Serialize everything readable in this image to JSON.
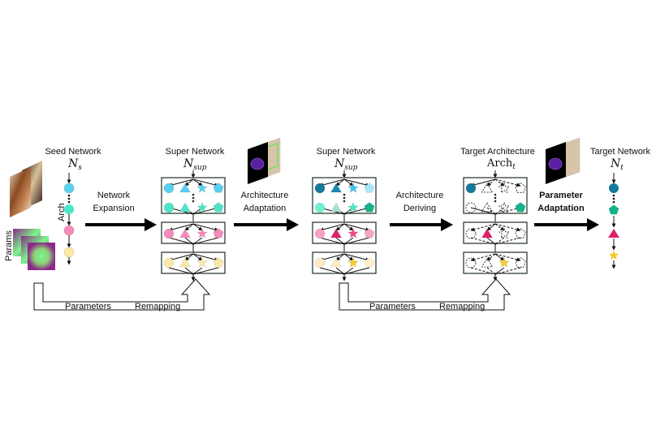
{
  "stages": {
    "seed": {
      "title": "Seed Network",
      "symbol": "N",
      "subscript": "s"
    },
    "super1": {
      "title": "Super Network",
      "symbol": "N",
      "subscript": "sup"
    },
    "super2": {
      "title": "Super Network",
      "symbol": "N",
      "subscript": "sup"
    },
    "target_arch": {
      "title": "Target Architecture",
      "symbol": "Arch",
      "subscript": "t"
    },
    "target_net": {
      "title": "Target Network",
      "symbol": "N",
      "subscript": "t"
    }
  },
  "side_labels": {
    "arch": "Arch",
    "params": "Params"
  },
  "transitions": [
    {
      "line1": "Network",
      "line2": "Expansion"
    },
    {
      "line1": "Architecture",
      "line2": "Adaptation"
    },
    {
      "line1": "Architecture",
      "line2": "Deriving"
    },
    {
      "line1": "Parameter",
      "line2": "Adaptation"
    }
  ],
  "remap": [
    {
      "word1": "Parameters",
      "word2": "Remapping"
    },
    {
      "word1": "Parameters",
      "word2": "Remapping"
    }
  ],
  "colors": {
    "cyan_top": "#5ad0f0",
    "cyan_bot": "#4fe3c8",
    "pink": "#f48bbb",
    "yellow": "#fbe7a8",
    "teal_dark": "#167a9a",
    "green_dark": "#16b08a",
    "magenta": "#e0206a",
    "gold": "#f5cc2a"
  },
  "shapes": [
    "circle",
    "triangle",
    "star",
    "pentagon"
  ]
}
